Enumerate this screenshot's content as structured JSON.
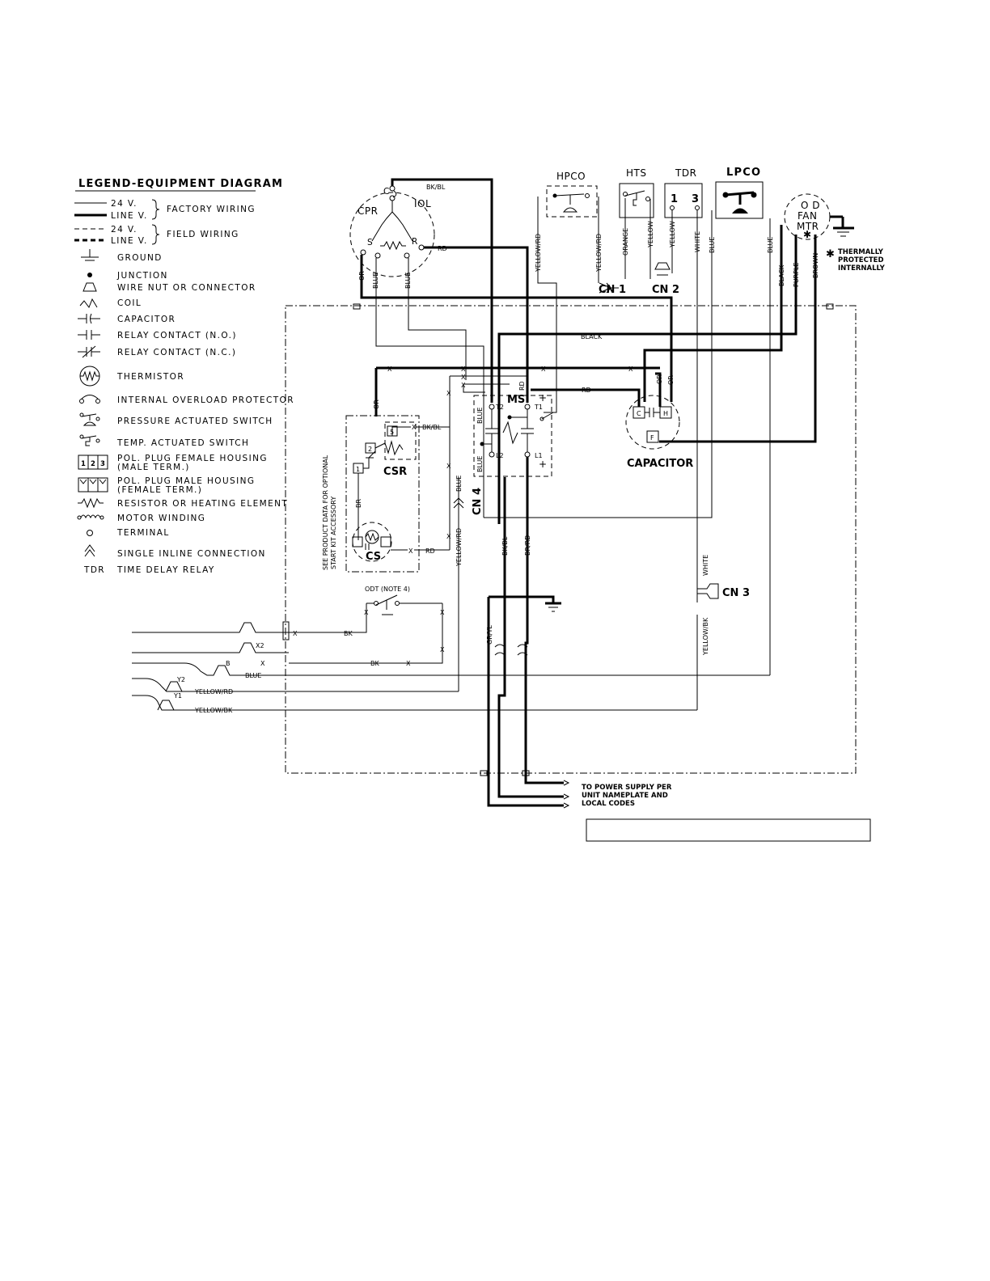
{
  "legend": {
    "title": "LEGEND-EQUIPMENT DIAGRAM",
    "factory_24v": "24 V.",
    "factory_line": "LINE V.",
    "factory_wiring": "FACTORY WIRING",
    "field_24v": "24 V.",
    "field_line": "LINE V.",
    "field_wiring": "FIELD WIRING",
    "items": [
      {
        "symbol": "ground-symbol",
        "label": "GROUND"
      },
      {
        "symbol": "junction-symbol",
        "label": "JUNCTION"
      },
      {
        "symbol": "wire-nut-symbol",
        "label": "WIRE NUT OR CONNECTOR"
      },
      {
        "symbol": "coil-symbol",
        "label": "COIL"
      },
      {
        "symbol": "capacitor-symbol",
        "label": "CAPACITOR"
      },
      {
        "symbol": "relay-no-symbol",
        "label": "RELAY CONTACT (N.O.)"
      },
      {
        "symbol": "relay-nc-symbol",
        "label": "RELAY CONTACT (N.C.)"
      },
      {
        "symbol": "thermistor-symbol",
        "label": "THERMISTOR"
      },
      {
        "symbol": "overload-symbol",
        "label": "INTERNAL OVERLOAD PROTECTOR"
      },
      {
        "symbol": "pressure-switch-symbol",
        "label": "PRESSURE ACTUATED SWITCH"
      },
      {
        "symbol": "temp-switch-symbol",
        "label": "TEMP. ACTUATED SWITCH"
      },
      {
        "symbol": "female-housing-symbol",
        "label": "POL. PLUG FEMALE HOUSING",
        "label2": "(MALE TERM.)"
      },
      {
        "symbol": "male-housing-symbol",
        "label": "POL. PLUG MALE HOUSING",
        "label2": "(FEMALE TERM.)"
      },
      {
        "symbol": "resistor-symbol",
        "label": "RESISTOR OR HEATING ELEMENT"
      },
      {
        "symbol": "motor-winding-symbol",
        "label": "MOTOR WINDING"
      },
      {
        "symbol": "terminal-symbol",
        "label": "TERMINAL"
      },
      {
        "symbol": "inline-connection-symbol",
        "label": "SINGLE INLINE CONNECTION"
      },
      {
        "symbol": "TDR",
        "label": "TIME DELAY RELAY"
      }
    ]
  },
  "components": {
    "cpr": "CPR",
    "iol": "IOL",
    "cpr_c": "C",
    "cpr_s": "S",
    "cpr_r": "R",
    "hpco": "HPCO",
    "hts": "HTS",
    "tdr": "TDR",
    "tdr_1": "1",
    "tdr_3": "3",
    "lpco": "LPCO",
    "odfan_1": "O D",
    "odfan_2": "FAN",
    "odfan_3": "MTR",
    "odfan_star": "✱",
    "thermal_1": "THERMALLY",
    "thermal_2": "PROTECTED",
    "thermal_3": "INTERNALLY",
    "thermal_star": "✱",
    "cn1": "CN 1",
    "cn2": "CN 2",
    "cn3": "CN 3",
    "cn4": "CN 4",
    "ms": "MS",
    "t2": "T2",
    "t1": "T1",
    "l2": "L2",
    "l1": "L1",
    "plus1": "+",
    "plus2": "+",
    "capacitor": "CAPACITOR",
    "cap_c": "C",
    "cap_h": "H",
    "cap_f": "F",
    "csr": "CSR",
    "csr_2": "2",
    "csr_5": "5",
    "csr_1": "1",
    "cs": "CS",
    "start_kit_1": "SEE PRODUCT DATA FOR OPTIONAL",
    "start_kit_2": "START KIT ACCESSORY",
    "odt": "ODT (NOTE 4)",
    "x2": "X2",
    "b": "B",
    "y2": "Y2",
    "y1": "Y1",
    "power_1": "TO POWER SUPPLY PER",
    "power_2": "UNIT NAMEPLATE AND",
    "power_3": "LOCAL CODES"
  },
  "wires": {
    "bk_bl": "BK/BL",
    "rd": "RD",
    "or": "OR",
    "blue": "BLUE",
    "yellow_rd": "YELLOW/RD",
    "orange": "ORANGE",
    "yellow": "YELLOW",
    "white": "WHITE",
    "black": "BLACK",
    "purple": "PURPLE",
    "brown": "BROWN",
    "x": "X",
    "bk": "BK",
    "br": "BR",
    "br_rd": "BR/RD",
    "gr_yl": "GR/YL",
    "yellow_bk": "YELLOW/BK"
  }
}
